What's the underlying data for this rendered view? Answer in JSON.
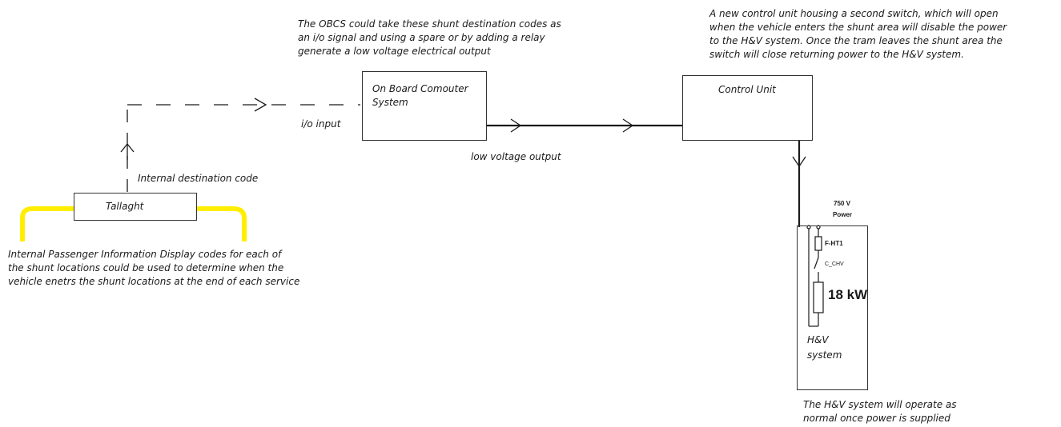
{
  "notes": {
    "obcs": "The OBCS could take these shunt destination codes as\nan i/o signal and using a spare or by adding a relay\ngenerate a low voltage electrical output",
    "control_unit": "A new control unit housing a second switch, which will open\nwhen the vehicle enters the shunt area will disable the power\nto the H&V system. Once the tram leaves the shunt area the\nswitch will close returning power to the H&V system.",
    "pid": "Internal Passenger Information Display codes for each of\nthe shunt locations could be used to determine when the\nvehicle enetrs the shunt locations at the end of each service",
    "hv": "The H&V system will operate as\nnormal once power is supplied"
  },
  "boxes": {
    "obcs_title": "On Board Comouter\nSystem",
    "control_unit_title": "Control Unit",
    "tallaght_title": "Tallaght",
    "hv_title": "H&V\nsystem"
  },
  "labels": {
    "io_input": "i/o input",
    "low_voltage_output": "low voltage output",
    "internal_destination_code": "Internal  destination code",
    "power_voltage": "750 V",
    "power_word": "Power",
    "fuse": "F-HT1",
    "contactor": "C_CHV",
    "rating": "18 kW"
  },
  "colors": {
    "highlight": "#ffee00",
    "line": "#1a1a1a"
  }
}
